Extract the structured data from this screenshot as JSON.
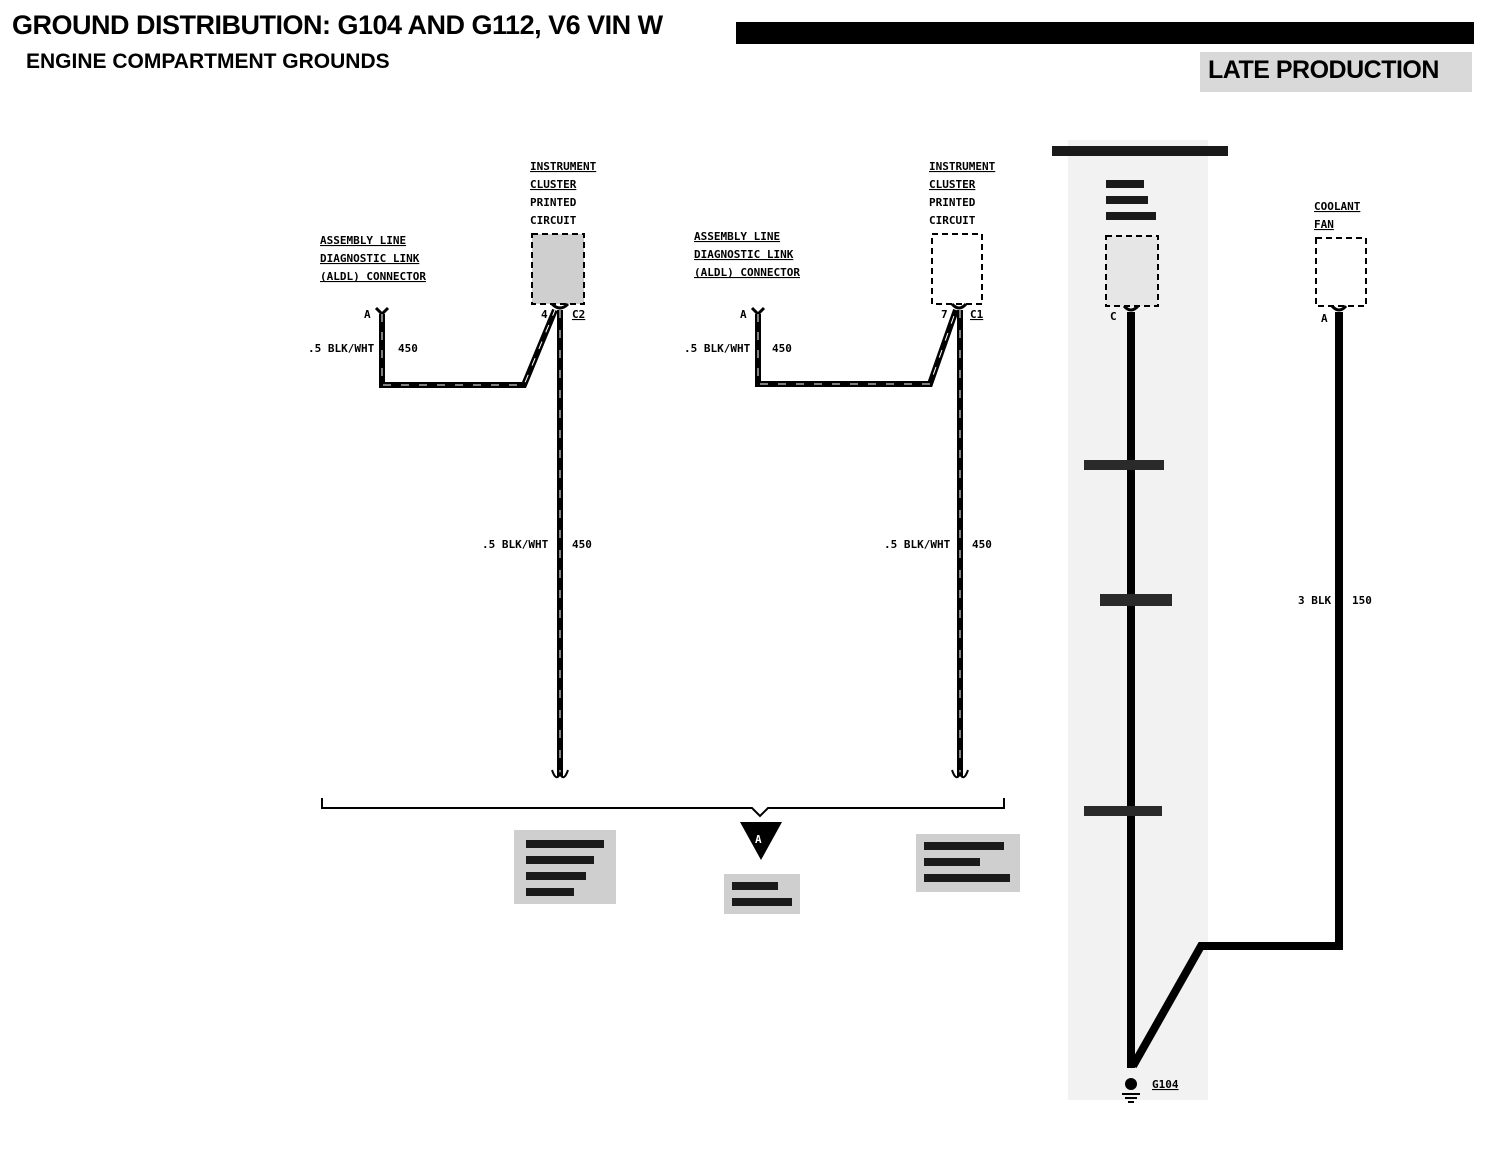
{
  "header": {
    "title": "GROUND DISTRIBUTION: G104 AND G112, V6 VIN W",
    "subtitle": "ENGINE COMPARTMENT GROUNDS",
    "badge": "LATE PRODUCTION"
  },
  "diagram": {
    "left": {
      "aldl": [
        "ASSEMBLY LINE",
        "DIAGNOSTIC LINK",
        "(ALDL) CONNECTOR"
      ],
      "aldl_pin": "A",
      "cluster": [
        "INSTRUMENT",
        "CLUSTER",
        "PRINTED",
        "CIRCUIT"
      ],
      "cluster_pin": "4",
      "cluster_conn": "C2",
      "wire1_spec": ".5 BLK/WHT",
      "wire1_circuit": "450",
      "wire2_spec": ".5 BLK/WHT",
      "wire2_circuit": "450"
    },
    "middle": {
      "aldl": [
        "ASSEMBLY LINE",
        "DIAGNOSTIC LINK",
        "(ALDL) CONNECTOR"
      ],
      "aldl_pin": "A",
      "cluster": [
        "INSTRUMENT",
        "CLUSTER",
        "PRINTED",
        "CIRCUIT"
      ],
      "cluster_pin": "7",
      "cluster_conn": "C1",
      "wire1_spec": ".5 BLK/WHT",
      "wire1_circuit": "450",
      "wire2_spec": ".5 BLK/WHT",
      "wire2_circuit": "450"
    },
    "right": {
      "coolant_fan": [
        "COOLANT",
        "FAN"
      ],
      "fan_pin": "A",
      "fan_wire_spec": "3 BLK",
      "fan_wire_circuit": "150",
      "module_pin": "C",
      "ground_label": "G104"
    },
    "ref_marker": "A"
  }
}
